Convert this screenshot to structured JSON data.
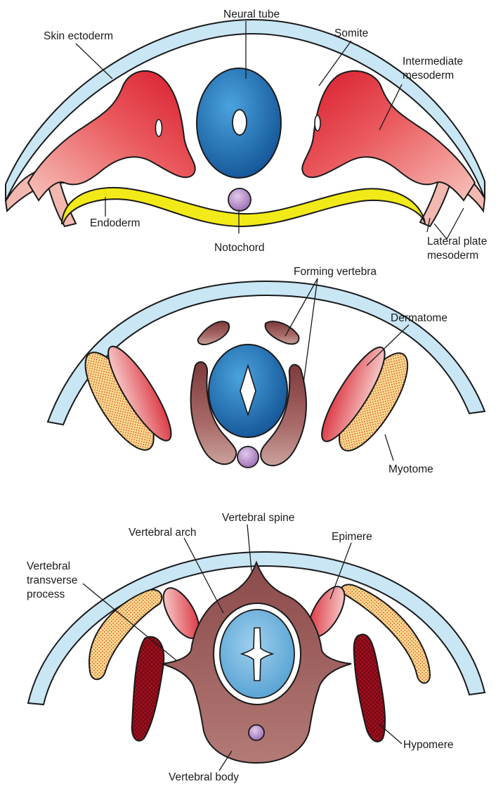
{
  "panel1": {
    "labels": {
      "neural_tube": "Neural tube",
      "skin_ectoderm": "Skin ectoderm",
      "somite": "Somite",
      "intermediate_1": "Intermediate",
      "intermediate_2": "mesoderm",
      "endoderm": "Endoderm",
      "notochord": "Notochord",
      "lateral_1": "Lateral plate",
      "lateral_2": "mesoderm"
    }
  },
  "panel2": {
    "labels": {
      "forming_vertebra": "Forming vertebra",
      "dermatome": "Dermatome",
      "myotome": "Myotome"
    }
  },
  "panel3": {
    "labels": {
      "vertebral_spine": "Vertebral spine",
      "vertebral_arch": "Vertebral arch",
      "epimere": "Epimere",
      "transverse_1": "Vertebral",
      "transverse_2": "transverse",
      "transverse_3": "process",
      "hypomere": "Hypomere",
      "vertebral_body": "Vertebral body"
    }
  },
  "colors": {
    "ectoderm": "#c9e6f5",
    "neural_tube": "#1f6fb5",
    "somite_red": "#e0303c",
    "notochord": "#b98fc7",
    "endoderm": "#f2ea18",
    "vertebra": "#9a5a5a",
    "hypomere": "#a0101e"
  }
}
